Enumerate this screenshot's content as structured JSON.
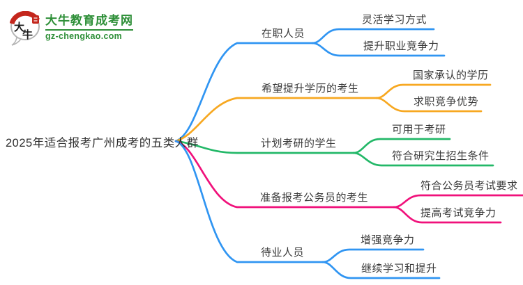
{
  "logo": {
    "icon_chars_top": "大",
    "icon_chars_bottom": "牛",
    "title": "大牛教育成考网",
    "subtitle": "gz-chengkao.com",
    "brand_green": "#2e8f38",
    "accent_red": "#c4271d"
  },
  "mindmap": {
    "root": "2025年适合报考广州成考的五类人群",
    "text_color": "#3a3a3a",
    "branches": [
      {
        "label": "在职人员",
        "color": "#3095f2",
        "children": [
          "灵活学习方式",
          "提升职业竞争力"
        ]
      },
      {
        "label": "希望提升学历的考生",
        "color": "#f7a821",
        "children": [
          "国家承认的学历",
          "求职竞争优势"
        ]
      },
      {
        "label": "计划考研的学生",
        "color": "#23b868",
        "children": [
          "可用于考研",
          "符合研究生招生条件"
        ]
      },
      {
        "label": "准备报考公务员的考生",
        "color": "#f0117b",
        "children": [
          "符合公务员考试要求",
          "提高考试竞争力"
        ]
      },
      {
        "label": "待业人员",
        "color": "#3095f2",
        "children": [
          "增强竞争力",
          "继续学习和提升"
        ]
      }
    ]
  }
}
